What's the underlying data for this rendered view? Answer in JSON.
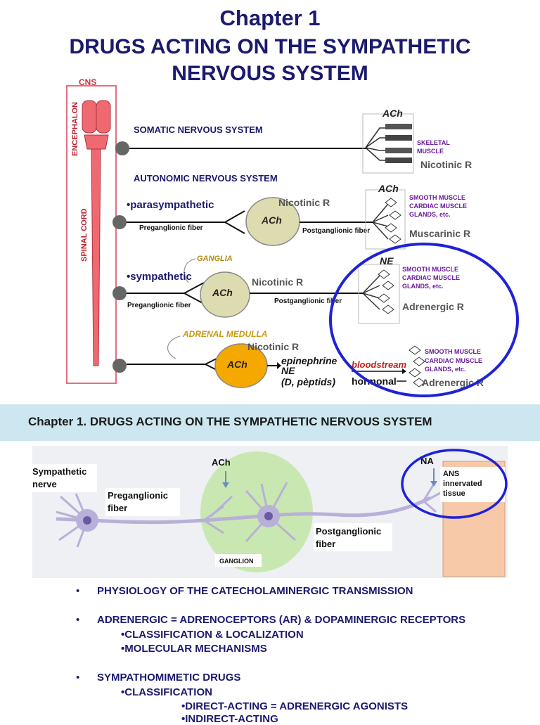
{
  "title": {
    "line1": "Chapter 1",
    "line2": "DRUGS ACTING ON THE SYMPATHETIC",
    "line3": "NERVOUS SYSTEM"
  },
  "diagram1": {
    "cns": "CNS",
    "encephalon": "ENCEPHALON",
    "spinal_cord": "SPINAL CORD",
    "somatic": "SOMATIC NERVOUS SYSTEM",
    "autonomic": "AUTONOMIC NERVOUS SYSTEM",
    "parasympathetic": "•parasympathetic",
    "sympathetic": "•sympathetic",
    "preganglionic": "Preganglionic fiber",
    "postganglionic": "Postganglionic fiber",
    "ganglia": "GANGLIA",
    "adrenal_medulla": "ADRENAL MEDULLA",
    "ach": "ACh",
    "ne": "NE",
    "nicotinic_r": "Nicotinic R",
    "muscarinic_r": "Muscarinic R",
    "adrenergic_r": "Adrenergic R",
    "skeletal_muscle_1": "SKELETAL",
    "skeletal_muscle_2": "MUSCLE",
    "smooth_muscle": "SMOOTH MUSCLE",
    "cardiac_muscle": "CARDIAC MUSCLE",
    "glands": "GLANDS, etc.",
    "epinephrine": "epinephrine",
    "ne_out": "NE",
    "d_peptids": "(D, pèptids)",
    "bloodstream": "bloodstream",
    "hormonal": "hormonal"
  },
  "section_bar": "Chapter 1. DRUGS ACTING ON THE SYMPATHETIC NERVOUS SYSTEM",
  "diagram2": {
    "sympathetic_nerve_1": "Sympathetic",
    "sympathetic_nerve_2": "nerve",
    "preganglionic_1": "Preganglionic",
    "preganglionic_2": "fiber",
    "ach": "ACh",
    "na": "NA",
    "postganglionic_1": "Postganglionic",
    "postganglionic_2": "fiber",
    "ganglion": "GANGLION",
    "tissue_1": "ANS",
    "tissue_2": "innervated",
    "tissue_3": "tissue"
  },
  "bullets": {
    "b1": "PHYSIOLOGY OF THE CATECHOLAMINERGIC TRANSMISSION",
    "b2": "ADRENERGIC = ADRENOCEPTORS (AR) & DOPAMINERGIC RECEPTORS",
    "b2a": "•CLASSIFICATION & LOCALIZATION",
    "b2b": "•MOLECULAR MECHANISMS",
    "b3": "SYMPATHOMIMETIC DRUGS",
    "b3a": "•CLASSIFICATION",
    "b3b": "•DIRECT-ACTING = ADRENERGIC AGONISTS",
    "b3c": "•INDIRECT-ACTING",
    "bullet_symbol": "•"
  },
  "colors": {
    "navy": "#1a1a6e",
    "cns_red": "#e05060",
    "ganglion_fill": "#dcdcb0",
    "adrenal_fill": "#f5a800",
    "circle_blue": "#1e22d8",
    "purple": "#6a1a9a",
    "orange_label": "#c89a10",
    "bloodstream_red": "#c02020",
    "section_bar": "#cde7f0",
    "tissue_fill": "#f8c9a8"
  }
}
